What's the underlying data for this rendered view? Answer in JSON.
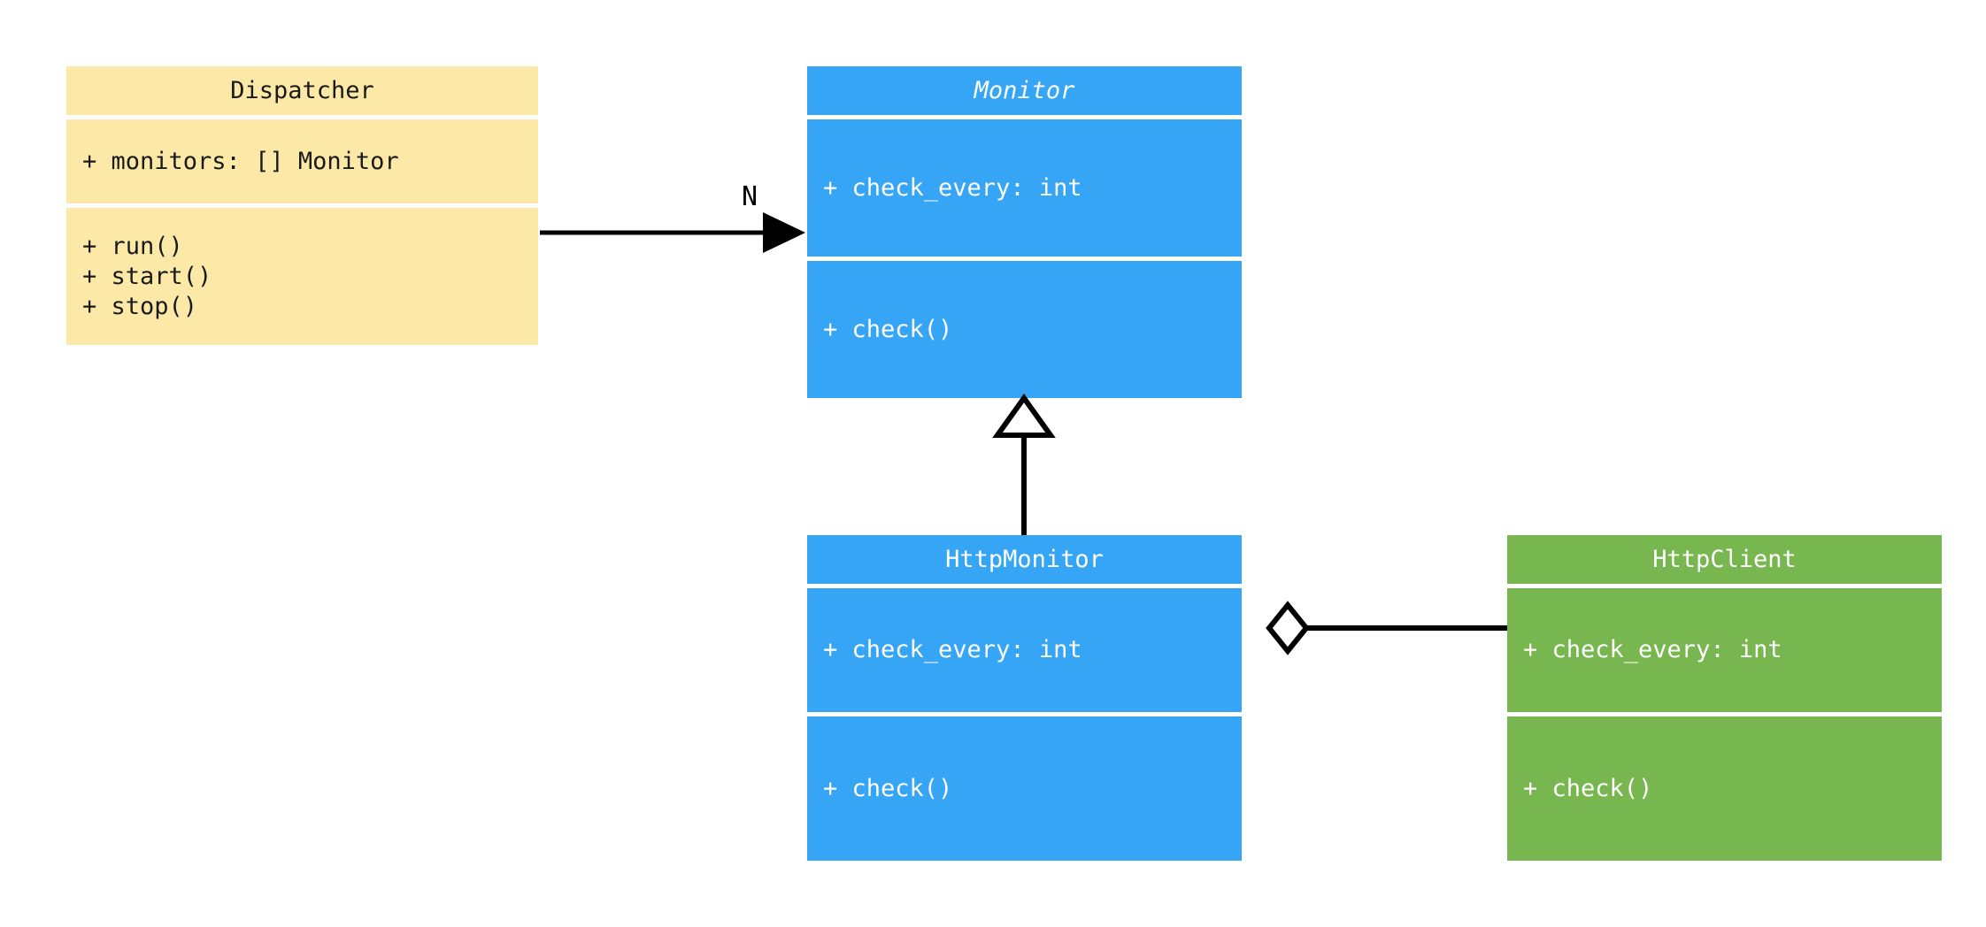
{
  "diagram": {
    "kind": "uml-class-diagram",
    "background": "#ffffff",
    "palette": {
      "cream": "#fce9a8",
      "blue": "#36a5f5",
      "green": "#78b74f",
      "line": "#000000",
      "dark_text": "#1a1a1a",
      "light_text": "#ffffff"
    }
  },
  "classes": {
    "dispatcher": {
      "name": "Dispatcher",
      "abstract": false,
      "color": "#fce9a8",
      "attributes": [
        "+ monitors: [] Monitor"
      ],
      "operations": [
        "+ run()",
        "+ start()",
        "+ stop()"
      ]
    },
    "monitor": {
      "name": "Monitor",
      "abstract": true,
      "color": "#36a5f5",
      "attributes": [
        "+ check_every: int"
      ],
      "operations": [
        "+ check()"
      ]
    },
    "http_monitor": {
      "name": "HttpMonitor",
      "abstract": false,
      "color": "#36a5f5",
      "attributes": [
        "+ check_every: int"
      ],
      "operations": [
        "+ check()"
      ]
    },
    "http_client": {
      "name": "HttpClient",
      "abstract": false,
      "color": "#78b74f",
      "attributes": [
        "+ check_every: int"
      ],
      "operations": [
        "+ check()"
      ]
    }
  },
  "relationships": [
    {
      "id": "dispatcher-to-monitor",
      "type": "association",
      "from": "Dispatcher",
      "to": "Monitor",
      "label": "N",
      "arrowhead": "filled-arrow"
    },
    {
      "id": "httpmonitor-to-monitor",
      "type": "generalization",
      "from": "HttpMonitor",
      "to": "Monitor",
      "label": "",
      "arrowhead": "hollow-triangle"
    },
    {
      "id": "httpclient-to-httpmonitor",
      "type": "aggregation",
      "from": "HttpClient",
      "to": "HttpMonitor",
      "label": "",
      "arrowhead": "hollow-diamond"
    }
  ]
}
